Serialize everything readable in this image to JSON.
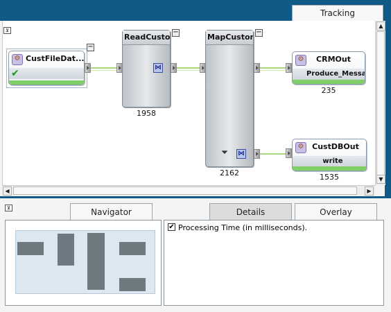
{
  "tabs": {
    "tracking": "Tracking"
  },
  "toggles": {
    "collapse": "⊻",
    "minus": "−"
  },
  "nodes": {
    "cust_file": {
      "title": "CustFileDat...",
      "icon": "gear-icon"
    },
    "read_custom": {
      "title": "ReadCustom",
      "count": "1958"
    },
    "map_custome": {
      "title": "MapCustome",
      "count": "2162"
    },
    "crm_out": {
      "title": "CRMOut",
      "subtitle": "Produce_Messa",
      "count": "235"
    },
    "cust_db_out": {
      "title": "CustDBOut",
      "subtitle": "write",
      "count": "1535"
    }
  },
  "bottom": {
    "tabs": {
      "navigator": "Navigator",
      "details": "Details",
      "overlay": "Overlay"
    },
    "details_option": {
      "label": "Processing Time (in milliseconds).",
      "checked": true
    }
  },
  "colors": {
    "frame": "#0f5a87",
    "status_ok": "#1c9a1c",
    "status_bar": "#7fcf66"
  }
}
